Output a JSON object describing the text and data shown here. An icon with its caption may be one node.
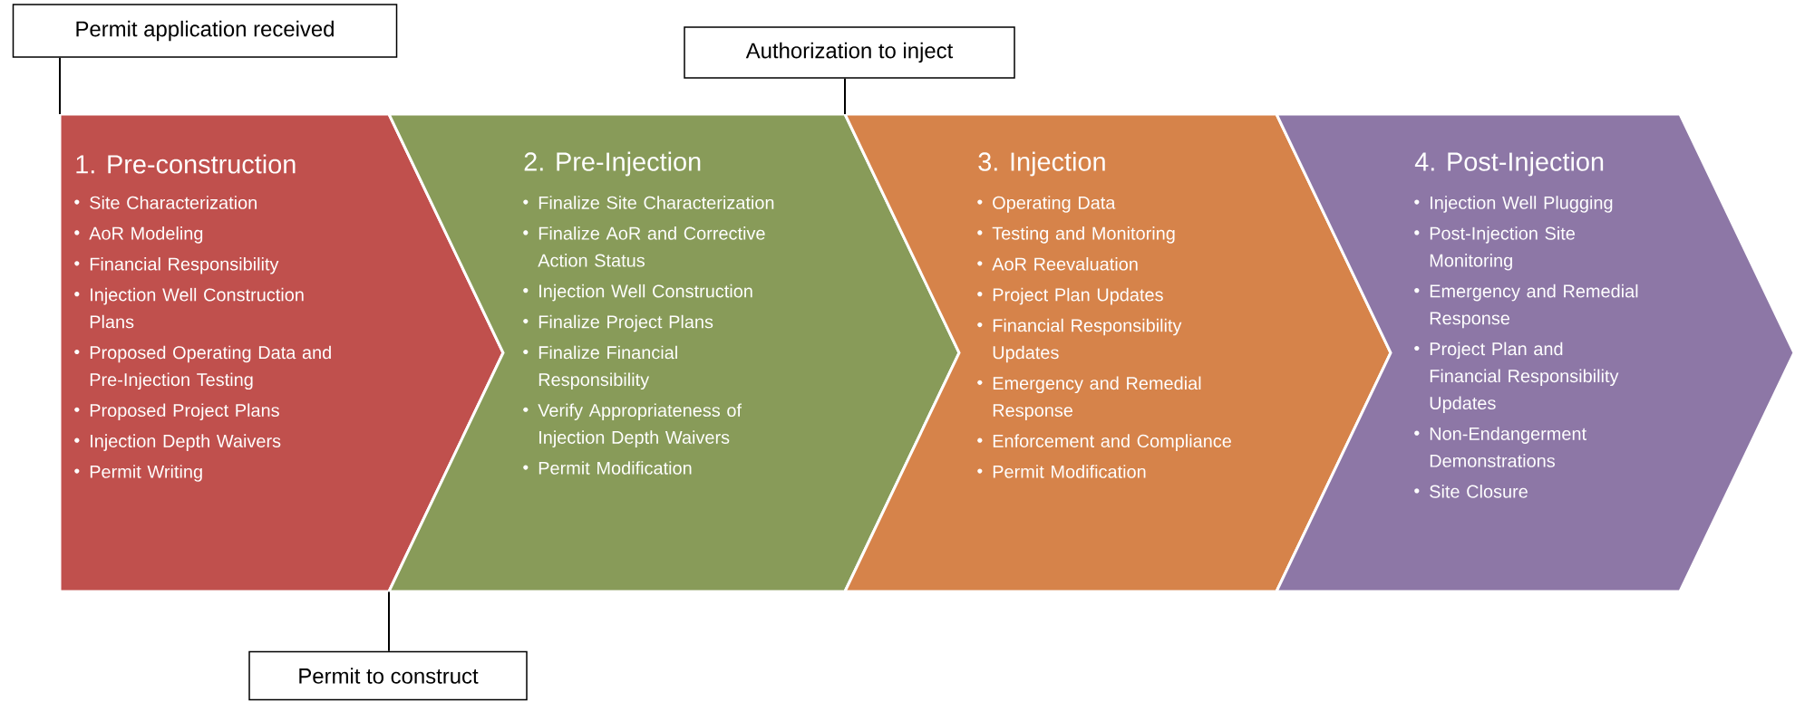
{
  "diagram": {
    "nodes": [
      {
        "text": [
          "Permit application received"
        ]
      },
      {
        "text": [
          "Authorization to inject"
        ]
      },
      {
        "text": [
          "1. Pre-construction",
          "Site Characterization",
          "AoR Modeling",
          "Financial Responsibility",
          "Injection Well Construction Plans",
          "Proposed Operating Data and Pre-Injection Testing",
          "Proposed Project Plans",
          "Injection Depth Waivers",
          "Permit Writing"
        ]
      },
      {
        "text": [
          "2. Pre-Injection",
          "Finalize Site Characterization",
          "Finalize AoR and Corrective Action Status",
          "Injection Well Construction",
          "Finalize Project Plans",
          "Finalize Financial Responsibility",
          "Verify Appropriateness of Injection Depth Waivers",
          "Permit Modification"
        ]
      },
      {
        "text": [
          "3. Injection",
          "Operating Data",
          "Testing and Monitoring",
          "AoR Reevaluation",
          "Project Plan Updates",
          "Financial Responsibility Updates",
          "Emergency and Remedial Response",
          "Enforcement and Compliance",
          "Permit Modification"
        ]
      },
      {
        "text": [
          "4. Post-Injection",
          "Injection Well Plugging",
          "Post-Injection Site Monitoring",
          "Emergency and Remedial Response",
          "Project Plan and Financial Responsibility Updates",
          "Non-Endangerment Demonstrations",
          "Site Closure"
        ]
      },
      {
        "text": [
          "Permit to construct"
        ]
      }
    ],
    "edges": [
      {
        "from": 0,
        "to": 2,
        "arrow": "none"
      },
      {
        "from": 1,
        "to": 4,
        "arrow": "none"
      },
      {
        "from": 6,
        "to": 3,
        "arrow": "none"
      }
    ]
  }
}
